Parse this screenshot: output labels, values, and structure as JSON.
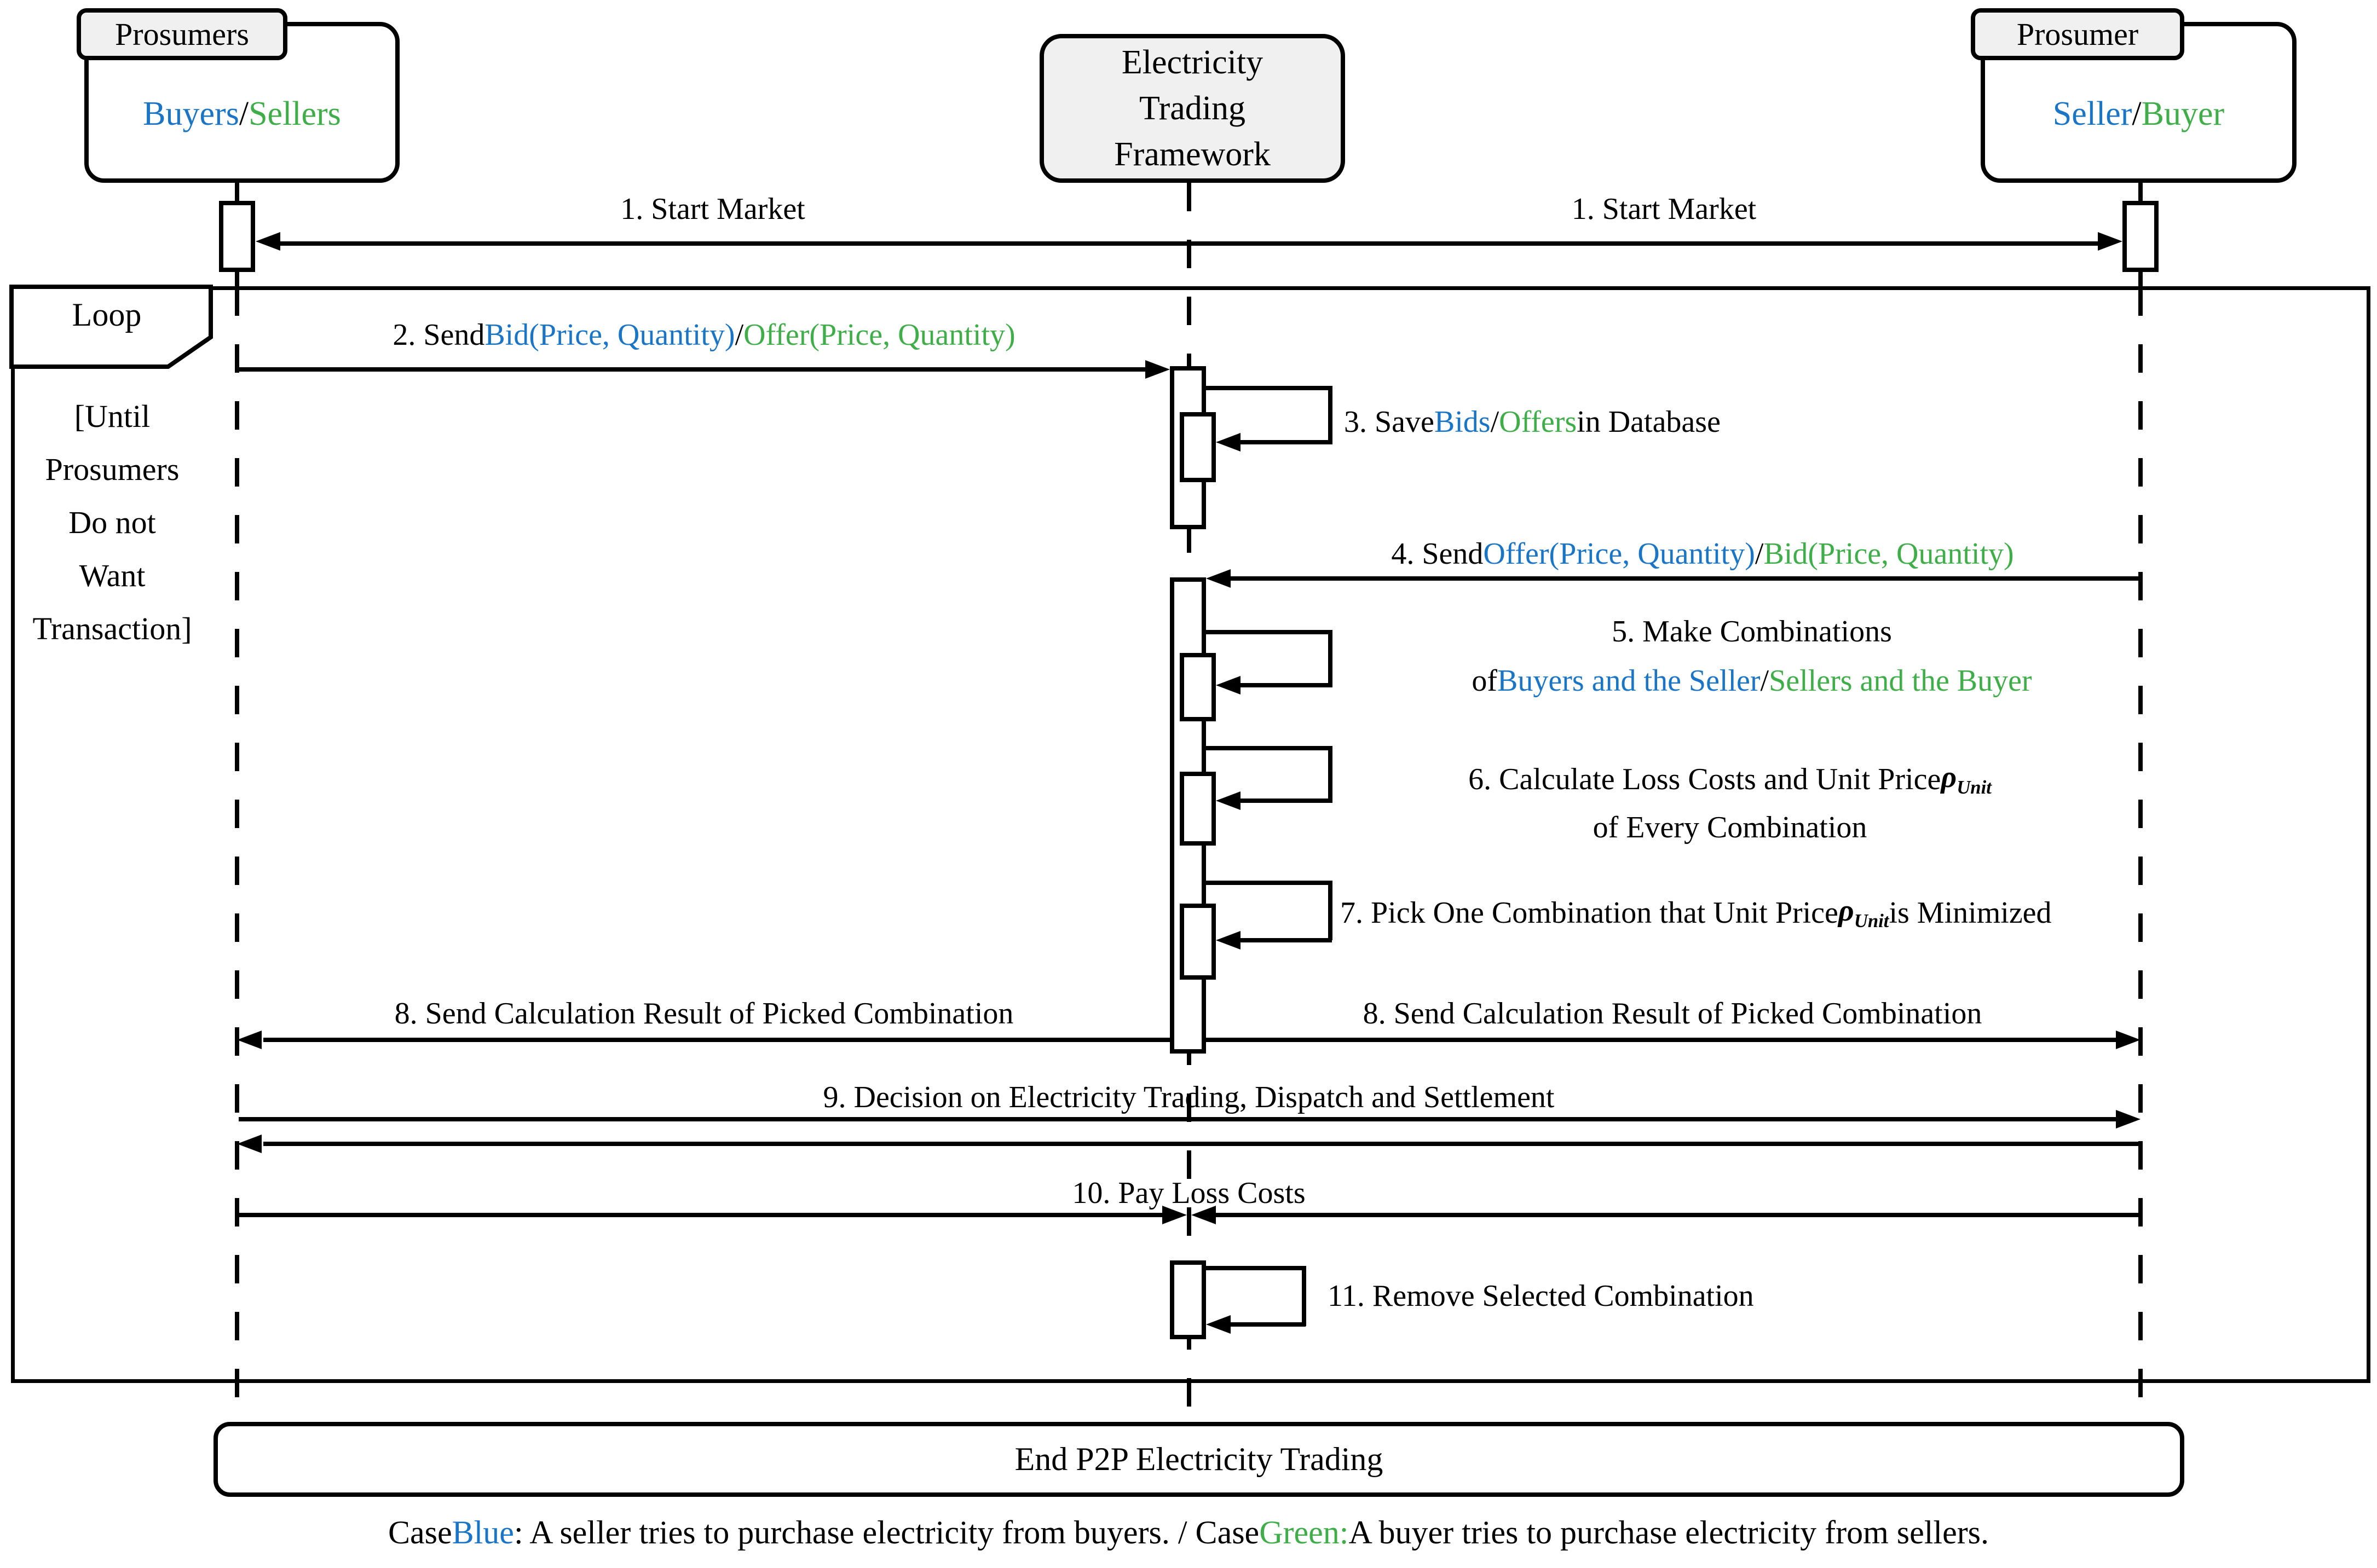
{
  "colors": {
    "blue": "#1a75c6",
    "green": "#3fae49",
    "ink": "#000000",
    "box_fill": "#f0f0f0"
  },
  "actors": {
    "left": {
      "tab": "Prosumers",
      "label": [
        {
          "t": "Buyers",
          "c": "b"
        },
        {
          "t": " / ",
          "c": "k"
        },
        {
          "t": "Sellers",
          "c": "g"
        }
      ]
    },
    "center": {
      "lines": [
        "Electricity",
        "Trading",
        "Framework"
      ]
    },
    "right": {
      "tab": "Prosumer",
      "label": [
        {
          "t": "Seller",
          "c": "b"
        },
        {
          "t": " / ",
          "c": "k"
        },
        {
          "t": "Buyer",
          "c": "g"
        }
      ]
    }
  },
  "loop": {
    "title": "Loop",
    "guard": [
      "[Until",
      "Prosumers",
      "Do not",
      "Want",
      "Transaction]"
    ]
  },
  "messages": {
    "m1": {
      "text": "1. Start Market"
    },
    "m2": {
      "segments": [
        {
          "t": "2. Send ",
          "c": "k"
        },
        {
          "t": "Bid(Price, Quantity)",
          "c": "b"
        },
        {
          "t": " / ",
          "c": "k"
        },
        {
          "t": "Offer(Price, Quantity)",
          "c": "g"
        }
      ]
    },
    "m3": {
      "segments": [
        {
          "t": "3. Save ",
          "c": "k"
        },
        {
          "t": "Bids",
          "c": "b"
        },
        {
          "t": " / ",
          "c": "k"
        },
        {
          "t": "Offers",
          "c": "g"
        },
        {
          "t": " in Database",
          "c": "k"
        }
      ]
    },
    "m4": {
      "segments": [
        {
          "t": "4. Send ",
          "c": "k"
        },
        {
          "t": "Offer(Price, Quantity)",
          "c": "b"
        },
        {
          "t": " / ",
          "c": "k"
        },
        {
          "t": "Bid(Price, Quantity)",
          "c": "g"
        }
      ]
    },
    "m5": {
      "line1": "5. Make Combinations",
      "line2": [
        {
          "t": "of ",
          "c": "k"
        },
        {
          "t": "Buyers and the Seller",
          "c": "b"
        },
        {
          "t": " / ",
          "c": "k"
        },
        {
          "t": "Sellers and the Buyer",
          "c": "g"
        }
      ]
    },
    "m6": {
      "line1": [
        {
          "t": "6. Calculate Loss Costs and Unit Price ",
          "c": "k"
        },
        {
          "t": "ρ",
          "sub": "Unit",
          "c": "rho"
        }
      ],
      "line2": "of Every Combination"
    },
    "m7": {
      "segments": [
        {
          "t": "7. Pick One Combination that Unit Price ",
          "c": "k"
        },
        {
          "t": "ρ",
          "sub": "Unit",
          "c": "rho"
        },
        {
          "t": " is Minimized",
          "c": "k"
        }
      ]
    },
    "m8": {
      "text": "8. Send Calculation Result of Picked Combination"
    },
    "m9": {
      "text": "9. Decision on Electricity Trading, Dispatch and Settlement"
    },
    "m10": {
      "text": "10. Pay Loss Costs"
    },
    "m11": {
      "text": "11. Remove Selected Combination"
    }
  },
  "end_box": {
    "label": "End P2P Electricity Trading"
  },
  "caption": {
    "segments": [
      {
        "t": "Case ",
        "c": "k"
      },
      {
        "t": "Blue",
        "c": "b"
      },
      {
        "t": ": A seller tries to purchase electricity from buyers. / Case ",
        "c": "k"
      },
      {
        "t": "Green:",
        "c": "g"
      },
      {
        "t": " A buyer tries to purchase electricity from sellers.",
        "c": "k"
      }
    ]
  }
}
